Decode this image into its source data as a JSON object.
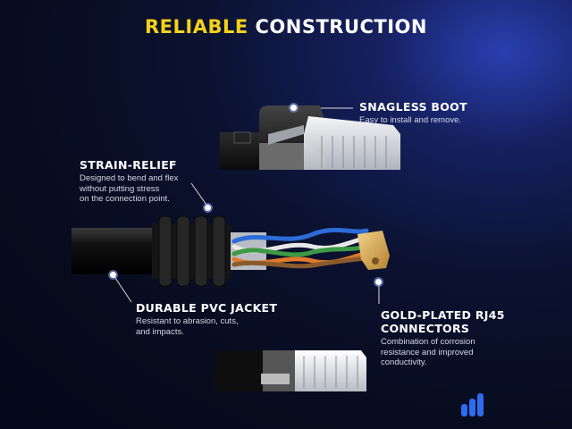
{
  "title": {
    "accent": "RELIABLE",
    "rest": "CONSTRUCTION"
  },
  "labels": {
    "snagless": {
      "head": "SNAGLESS BOOT",
      "desc": [
        "Easy to install and remove."
      ]
    },
    "strain": {
      "head": "STRAIN-RELIEF",
      "desc": [
        "Designed to bend and flex",
        "without putting stress",
        "on the connection point."
      ]
    },
    "pvc": {
      "head": "DURABLE PVC JACKET",
      "desc": [
        "Resistant to abrasion, cuts,",
        "and impacts."
      ]
    },
    "gold": {
      "head": [
        "GOLD-PLATED RJ45",
        "CONNECTORS"
      ],
      "desc": [
        "Combination of corrosion",
        "resistance and improved",
        "conductivity."
      ]
    }
  },
  "colors": {
    "accent": "#f5d219",
    "background": "#070b1c",
    "glow": "#2a3fb0",
    "logo": "#2d6cf0"
  },
  "icons": [
    "brand-logo-icon"
  ]
}
